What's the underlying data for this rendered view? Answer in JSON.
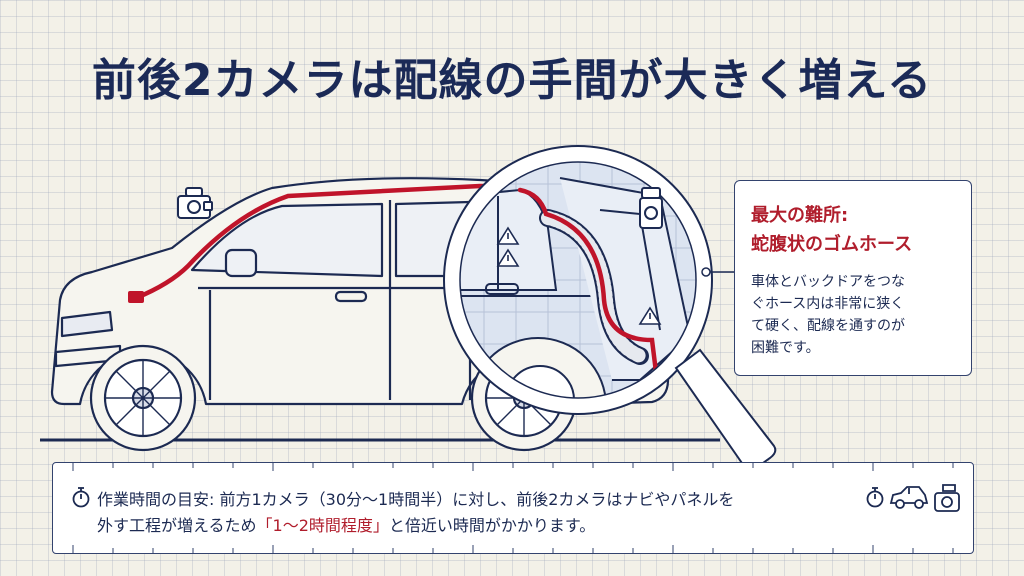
{
  "title": "前後2カメラは配線の手間が大きく増える",
  "callout": {
    "heading_line1": "最大の難所:",
    "heading_line2": "蛇腹状のゴムホース",
    "body_line1": "車体とバックドアをつな",
    "body_line2": "ぐホース内は非常に狭く",
    "body_line3": "て硬く、配線を通すのが",
    "body_line4": "困難です。"
  },
  "note": {
    "line1": "作業時間の目安: 前方1カメラ（30分～1時間半）に対し、前後2カメラはナビやパネルを",
    "line2_before": "外す工程が増えるため",
    "line2_highlight": "「1～2時間程度」",
    "line2_after": "と倍近い時間がかかります。"
  },
  "icons": {
    "front_camera": "dashcam-icon",
    "rear_camera": "rear-camera-icon",
    "timer": "stopwatch-icon",
    "car": "car-icon",
    "camera": "camera-icon",
    "warning": "warning-icon",
    "magnifier": "magnifying-glass-icon"
  },
  "colors": {
    "wire": "#c0142a",
    "line": "#1c2a52",
    "heading_red": "#b01d2c",
    "background": "#f3f1e8"
  }
}
